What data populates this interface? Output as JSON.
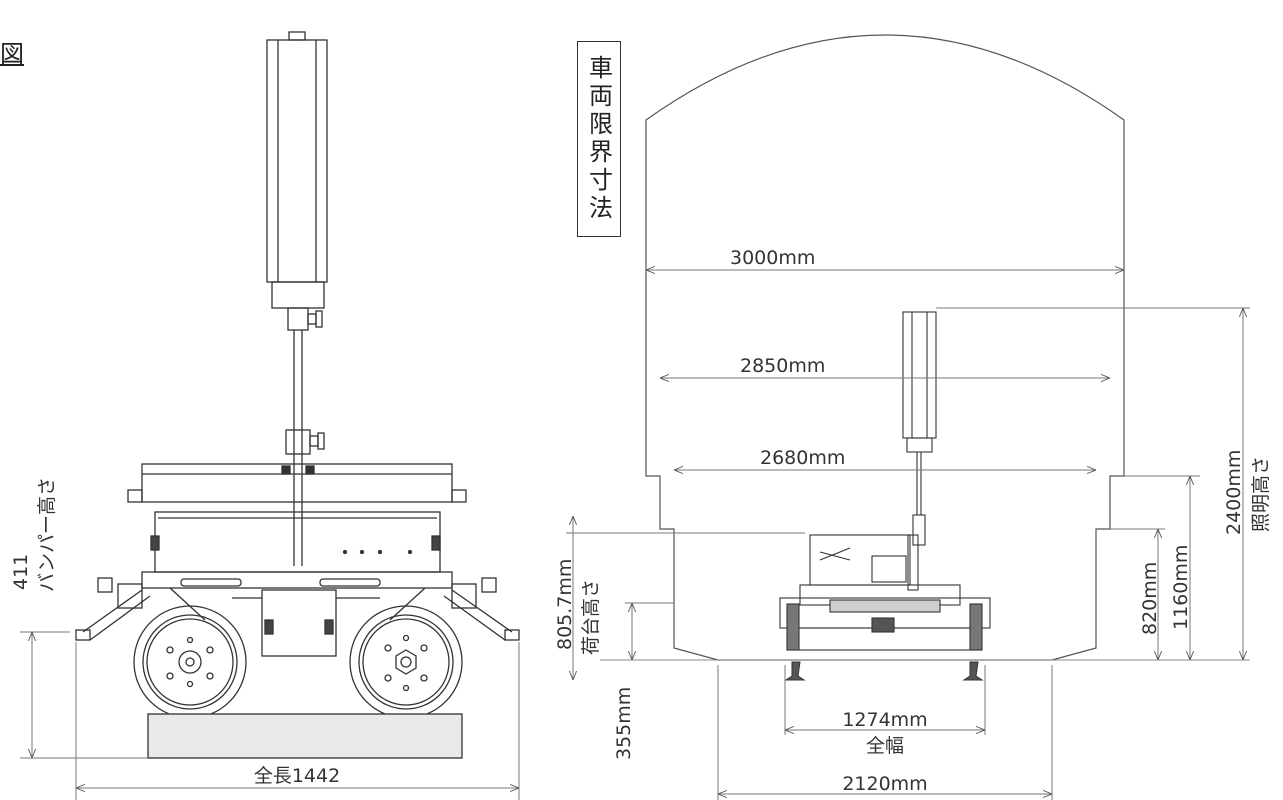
{
  "figure_label": "図",
  "clearance_title": "車両限界寸法",
  "left_view": {
    "bumper_dim_value": "411",
    "bumper_dim_label": "バンパー高さ",
    "overall_length_label": "全長1442"
  },
  "right_view": {
    "width_3000": "3000mm",
    "width_2850": "2850mm",
    "width_2680": "2680mm",
    "height_2400": "2400mm",
    "height_2400_label": "照明高さ",
    "height_1160": "1160mm",
    "height_820": "820mm",
    "deck_height_value": "805.7mm",
    "deck_height_label": "荷台高さ",
    "height_355": "355mm",
    "width_1274": "1274mm",
    "width_1274_label": "全幅",
    "width_2120": "2120mm"
  }
}
